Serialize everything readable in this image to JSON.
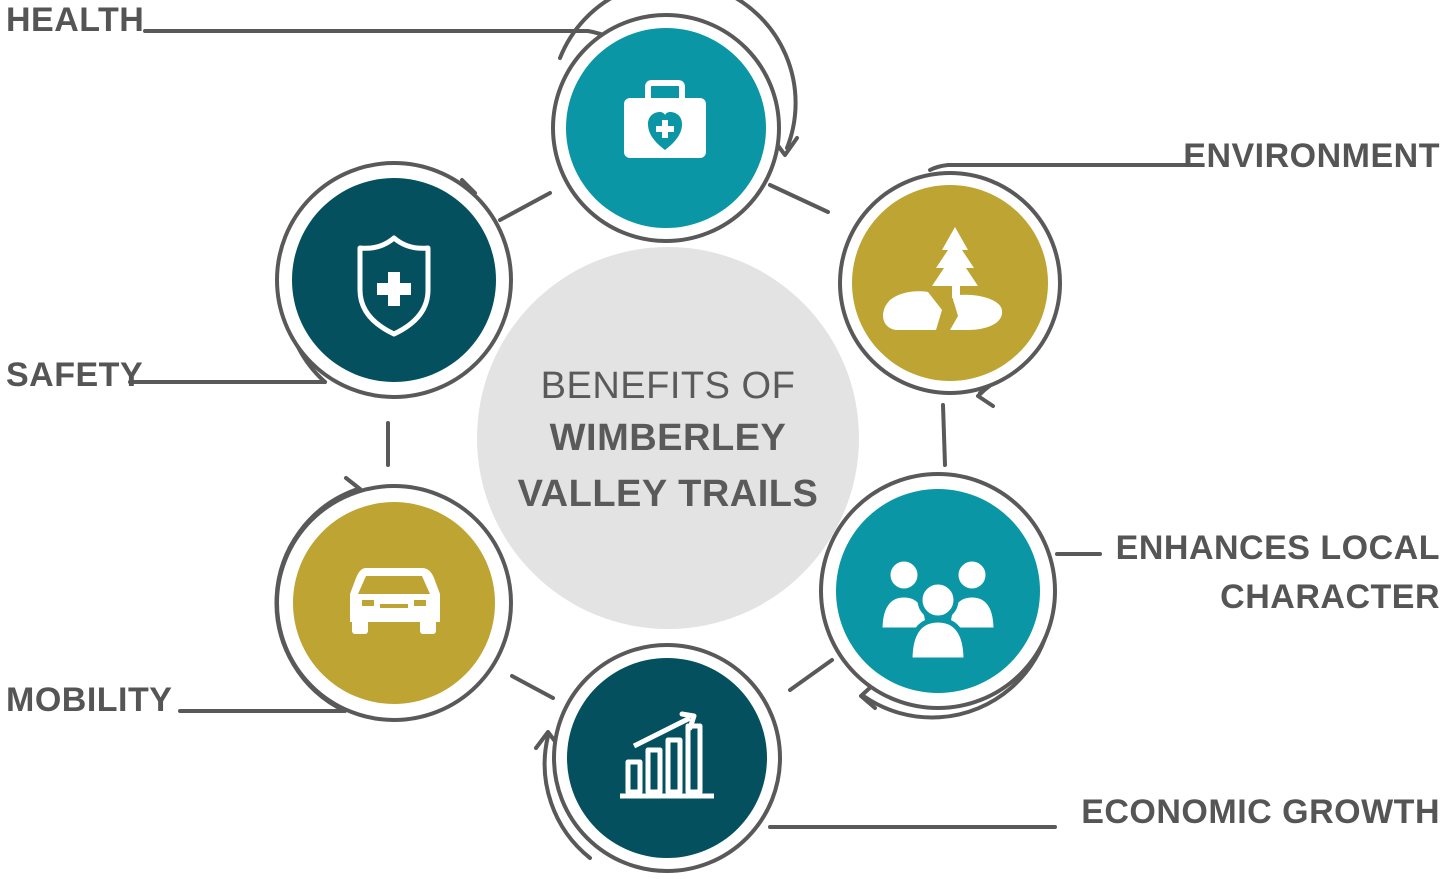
{
  "center": {
    "line1": "BENEFITS OF",
    "line2": "WIMBERLEY",
    "line3": "VALLEY TRAILS"
  },
  "benefits": [
    {
      "label": "HEALTH",
      "icon": "first-aid-kit-heart-icon",
      "color": "#0a96a4"
    },
    {
      "label": "ENVIRONMENT",
      "icon": "tree-river-landscape-icon",
      "color": "#bea432"
    },
    {
      "label_line1": "ENHANCES LOCAL",
      "label_line2": "CHARACTER",
      "icon": "people-group-icon",
      "color": "#0a96a4"
    },
    {
      "label": "ECONOMIC GROWTH",
      "icon": "bar-chart-growth-icon",
      "color": "#04505f"
    },
    {
      "label": "MOBILITY",
      "icon": "car-icon",
      "color": "#bea432"
    },
    {
      "label": "SAFETY",
      "icon": "shield-cross-icon",
      "color": "#04505f"
    }
  ],
  "colors": {
    "teal": "#0a96a4",
    "dark_teal": "#04505f",
    "gold": "#bea432",
    "center_fill": "#e3e3e3",
    "line": "#595959",
    "text": "#555555"
  }
}
